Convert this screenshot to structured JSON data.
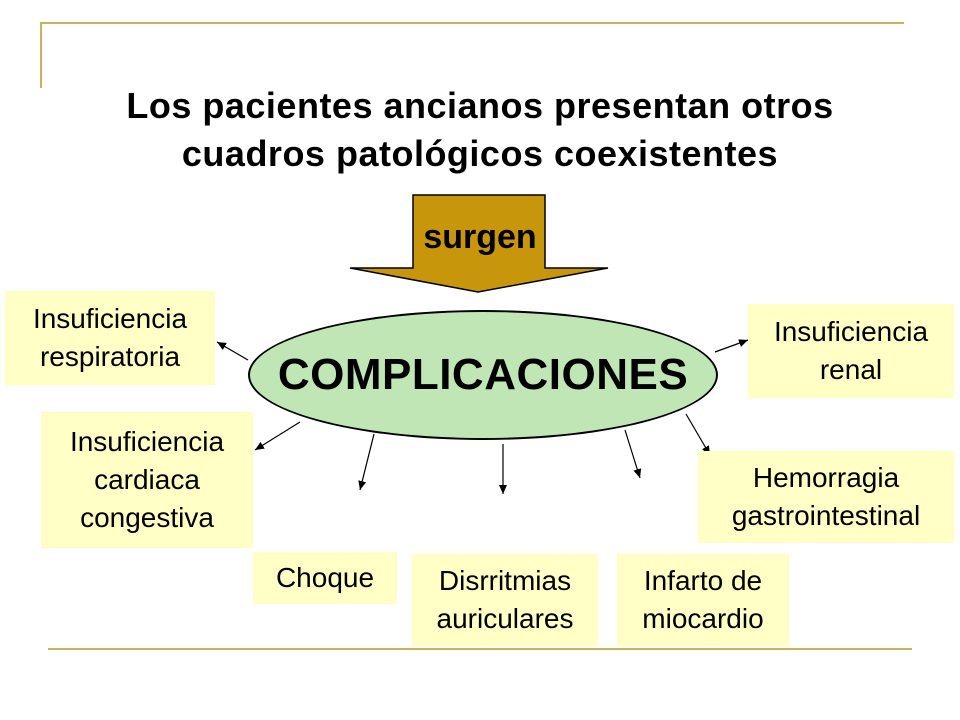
{
  "title": "Los pacientes ancianos presentan otros cuadros patológicos coexistentes",
  "arrow_label": "surgen",
  "center_label": "COMPLICACIONES",
  "boxes": [
    {
      "id": "resp",
      "label": "Insuficiencia\nrespiratoria"
    },
    {
      "id": "renal",
      "label": "Insuficiencia\nrenal"
    },
    {
      "id": "cardiaca",
      "label": "Insuficiencia\ncardiaca\ncongestiva"
    },
    {
      "id": "hemorragia",
      "label": "Hemorragia\ngastrointestinal"
    },
    {
      "id": "choque",
      "label": "Choque"
    },
    {
      "id": "disrritmias",
      "label": "Disrritmias\nauriculares"
    },
    {
      "id": "infarto",
      "label": "Infarto de\nmiocardio"
    }
  ],
  "colors": {
    "box_fill": "#ffffc6",
    "ellipse_fill": "#bfe6b4",
    "arrow_fill": "#c8960a",
    "frame_line": "#c8b45a"
  }
}
